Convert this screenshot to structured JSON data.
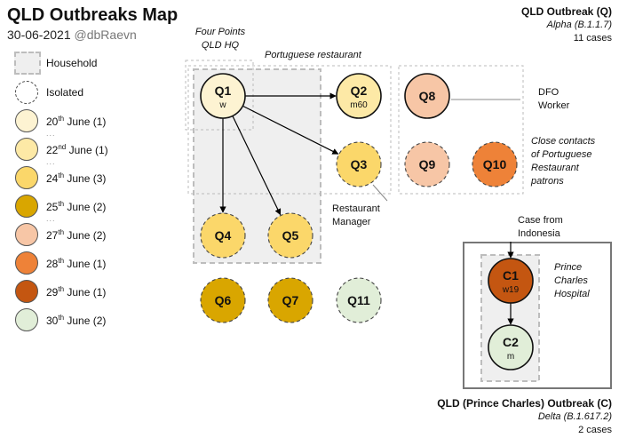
{
  "header": {
    "title": "QLD Outbreaks Map",
    "date": "30-06-2021",
    "author": "@dbRaevn"
  },
  "legend": {
    "household": "Household",
    "isolated": "Isolated",
    "items": [
      {
        "day": "20",
        "suffix": "th",
        "rest": " June (1)",
        "color": "#fdf3d2"
      },
      {
        "day": "22",
        "suffix": "nd",
        "rest": " June (1)",
        "color": "#fde9a6"
      },
      {
        "day": "24",
        "suffix": "th",
        "rest": " June (3)",
        "color": "#fbd76a"
      },
      {
        "day": "25",
        "suffix": "th",
        "rest": " June (2)",
        "color": "#d9a600"
      },
      {
        "day": "27",
        "suffix": "th",
        "rest": " June (2)",
        "color": "#f7c6a6"
      },
      {
        "day": "28",
        "suffix": "th",
        "rest": " June (1)",
        "color": "#ee8238"
      },
      {
        "day": "29",
        "suffix": "th",
        "rest": " June (1)",
        "color": "#c45611"
      },
      {
        "day": "30",
        "suffix": "th",
        "rest": " June (2)",
        "color": "#e1eed8"
      }
    ],
    "ellipsis": "..."
  },
  "outbreak_q": {
    "name": "QLD Outbreak (Q)",
    "variant": "Alpha (B.1.1.7)",
    "cases": "11 cases"
  },
  "outbreak_c": {
    "name": "QLD (Prince Charles) Outbreak (C)",
    "variant": "Delta (B.1.617.2)",
    "cases": "2 cases"
  },
  "annotations": {
    "four_points": "Four Points",
    "qld_hq": "QLD HQ",
    "portuguese": "Portuguese restaurant",
    "dfo_1": "DFO",
    "dfo_2": "Worker",
    "close_1": "Close contacts",
    "close_2": "of Portuguese",
    "close_3": "Restaurant",
    "close_4": "patrons",
    "rm_1": "Restaurant",
    "rm_2": "Manager",
    "case_from_1": "Case from",
    "case_from_2": "Indonesia",
    "pch_1": "Prince",
    "pch_2": "Charles",
    "pch_3": "Hospital"
  },
  "nodes": [
    {
      "id": "Q1",
      "sub": "w",
      "color": "#fdf3d2",
      "border": "solid"
    },
    {
      "id": "Q2",
      "sub": "m60",
      "color": "#fde9a6",
      "border": "solid"
    },
    {
      "id": "Q3",
      "sub": "",
      "color": "#fbd76a",
      "border": "dashed"
    },
    {
      "id": "Q4",
      "sub": "",
      "color": "#fbd76a",
      "border": "dashed"
    },
    {
      "id": "Q5",
      "sub": "",
      "color": "#fbd76a",
      "border": "dashed"
    },
    {
      "id": "Q6",
      "sub": "",
      "color": "#d9a600",
      "border": "dashed"
    },
    {
      "id": "Q7",
      "sub": "",
      "color": "#d9a600",
      "border": "dashed"
    },
    {
      "id": "Q8",
      "sub": "",
      "color": "#f7c6a6",
      "border": "solid"
    },
    {
      "id": "Q9",
      "sub": "",
      "color": "#f7c6a6",
      "border": "dashed"
    },
    {
      "id": "Q10",
      "sub": "",
      "color": "#ee8238",
      "border": "dashed"
    },
    {
      "id": "Q11",
      "sub": "",
      "color": "#e1eed8",
      "border": "dashed"
    },
    {
      "id": "C1",
      "sub": "w19",
      "color": "#c45611",
      "border": "solid"
    },
    {
      "id": "C2",
      "sub": "m",
      "color": "#e1eed8",
      "border": "solid"
    }
  ],
  "edges": [
    [
      "Q1",
      "Q2"
    ],
    [
      "Q1",
      "Q3"
    ],
    [
      "Q1",
      "Q4"
    ],
    [
      "Q1",
      "Q5"
    ],
    [
      "C1",
      "C2"
    ]
  ]
}
